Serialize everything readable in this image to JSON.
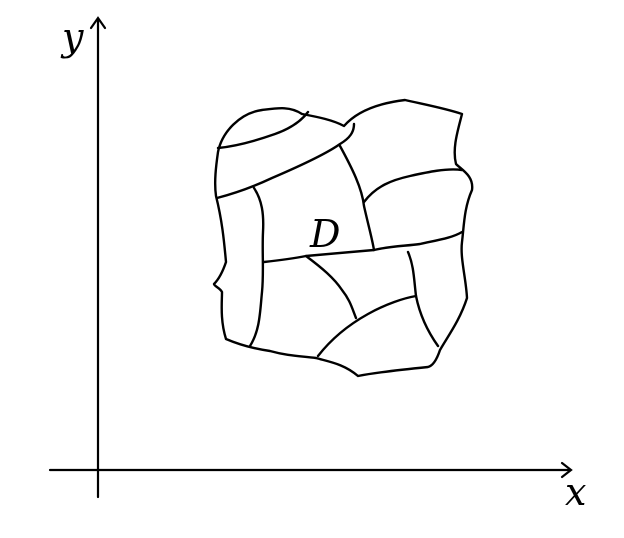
{
  "diagram": {
    "axes": {
      "x_label": "x",
      "y_label": "y"
    },
    "region": {
      "label": "D"
    },
    "colors": {
      "stroke": "#000000",
      "background": "#ffffff"
    }
  }
}
